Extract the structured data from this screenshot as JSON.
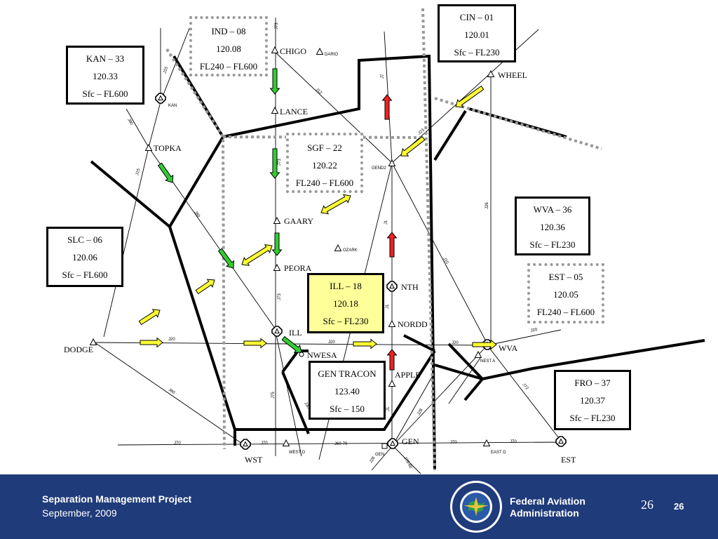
{
  "sectors": [
    {
      "id": "ind",
      "lines": [
        "IND – 08",
        "120.08",
        "FL240 – FL600"
      ],
      "style": "dotted"
    },
    {
      "id": "cin",
      "lines": [
        "CIN – 01",
        "120.01",
        "Sfc – FL230"
      ],
      "style": "solid"
    },
    {
      "id": "kan",
      "lines": [
        "KAN – 33",
        "120.33",
        "Sfc – FL600"
      ],
      "style": "solid"
    },
    {
      "id": "sgf",
      "lines": [
        "SGF – 22",
        "120.22",
        "FL240 – FL600"
      ],
      "style": "dotted"
    },
    {
      "id": "wva",
      "lines": [
        "WVA – 36",
        "120.36",
        "Sfc – FL230"
      ],
      "style": "solid"
    },
    {
      "id": "slc",
      "lines": [
        "SLC – 06",
        "120.06",
        "Sfc – FL600"
      ],
      "style": "solid"
    },
    {
      "id": "est",
      "lines": [
        "EST – 05",
        "120.05",
        "FL240 – FL600"
      ],
      "style": "dotted"
    },
    {
      "id": "ill",
      "lines": [
        "ILL – 18",
        "120.18",
        "Sfc – FL230"
      ],
      "style": "solid-highlight"
    },
    {
      "id": "gen",
      "lines": [
        "GEN TRACON",
        "123.40",
        "Sfc – 150"
      ],
      "style": "solid"
    },
    {
      "id": "fro",
      "lines": [
        "FRO – 37",
        "120.37",
        "Sfc – FL230"
      ],
      "style": "solid"
    }
  ],
  "fixes": {
    "chigo": "CHIGO",
    "dario": "DARIO",
    "wheel": "WHEEL",
    "kan": "KAN",
    "lance": "LANCE",
    "topka": "TOPKA",
    "gend2": "GEND2",
    "gaary": "GAARY",
    "peora": "PEORA",
    "ozark": "OZARK",
    "nth": "NTH",
    "nordd": "NORDD",
    "dodge": "DODGE",
    "ill": "ILL",
    "nwesa": "NWESA",
    "wva": "WVA",
    "nesta": "NEST A",
    "apple": "APPLE",
    "gen": "GEN",
    "gen_small": "GEN",
    "wst": "WST",
    "westd": "WEST D",
    "eastd": "EAST D",
    "est": "EST"
  },
  "airways": {
    "j73_top": "J73",
    "j15_a": "J15",
    "j12": "J12",
    "j7_a": "J7",
    "j80_a": "J80",
    "j23": "J23",
    "j15_b": "J15",
    "j73_mid": "J73",
    "j80_b": "J80",
    "j1_a": "J1",
    "j26": "J26",
    "j10": "J10",
    "j73_low": "J73",
    "j1_b": "J1",
    "j20_a": "J20",
    "j20_b": "J20",
    "j20_c": "J20",
    "j20_d": "J20",
    "j80_c": "J80",
    "j75": "J75",
    "j30": "J30",
    "j28": "J28",
    "j72": "J72",
    "j1_c": "J1",
    "j70_a": "J70",
    "j70_b": "J70",
    "j60_70": "J60-70",
    "j70_c": "J70",
    "j70_d": "J70",
    "j73_60": "J73-60",
    "j26_b": "J26"
  },
  "footer": {
    "title": "Separation Management Project",
    "date": "September, 2009",
    "agency_line1": "Federal Aviation",
    "agency_line2": "Administration",
    "page_number": "26",
    "page_number_bold": "26"
  },
  "colors": {
    "footer_bg": "#1f3b7a",
    "green_arrow": "#33cc33",
    "yellow_arrow": "#ffff33",
    "red_arrow": "#ee2222",
    "highlight": "#ffff99",
    "boundary_dotted": "#999999"
  }
}
